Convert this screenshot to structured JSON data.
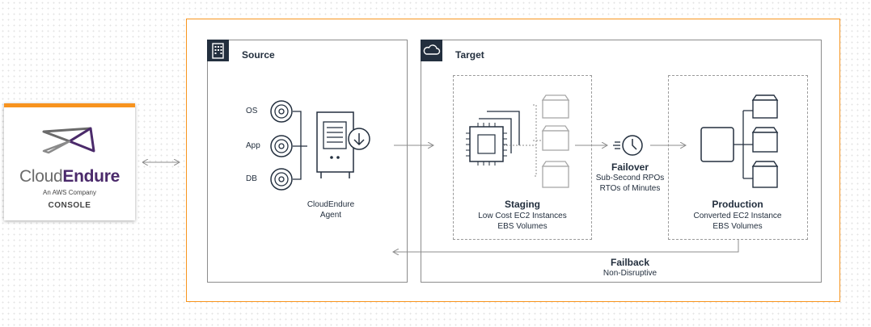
{
  "console": {
    "brand_light": "Cloud",
    "brand_bold": "Endure",
    "tagline": "An AWS Company",
    "label": "CONSOLE"
  },
  "source": {
    "title": "Source",
    "disks": [
      "OS",
      "App",
      "DB"
    ],
    "agent_line1": "CloudEndure",
    "agent_line2": "Agent"
  },
  "target": {
    "title": "Target"
  },
  "staging": {
    "title": "Staging",
    "line1": "Low Cost EC2 Instances",
    "line2": "EBS Volumes"
  },
  "failover": {
    "title": "Failover",
    "line1": "Sub-Second RPOs",
    "line2": "RTOs of Minutes"
  },
  "production": {
    "title": "Production",
    "line1": "Converted EC2 Instance",
    "line2": "EBS Volumes"
  },
  "failback": {
    "title": "Failback",
    "line1": "Non-Disruptive"
  },
  "colors": {
    "accent_orange": "#f7941d",
    "brand_purple": "#4b2a6b",
    "panel_header": "#232f3e",
    "line_gray": "#8c8c8c"
  }
}
